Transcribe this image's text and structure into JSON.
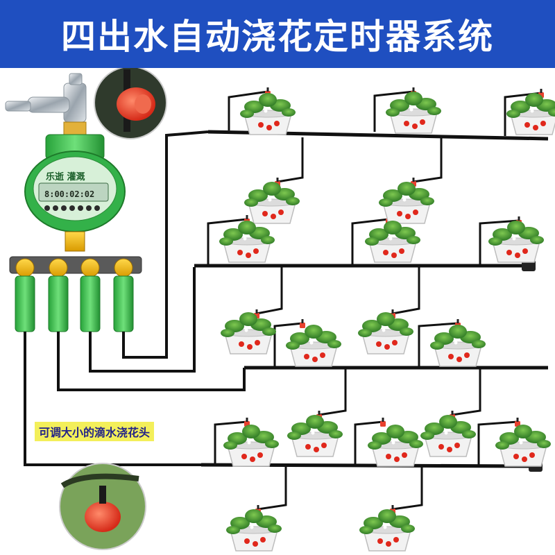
{
  "title": "四出水自动浇花定时器系统",
  "caption": "可调大小的滴水浇花头",
  "timer": {
    "brand": "乐逝 灌溉",
    "display": "8:00:02:02"
  },
  "icons": {
    "faucet": "faucet-icon",
    "timer": "water-timer-icon",
    "manifold": "four-way-manifold-icon",
    "dripper": "drip-head-icon",
    "plant": "potted-strawberry-icon"
  },
  "colors": {
    "banner": "#1f4fc0",
    "banner_text": "#ffffff",
    "caption_bg": "#f3ef5a",
    "pipe": "#111111",
    "dripper": "#e8412e",
    "connector": "#3fbf4f",
    "manifold": "#f0b400"
  }
}
